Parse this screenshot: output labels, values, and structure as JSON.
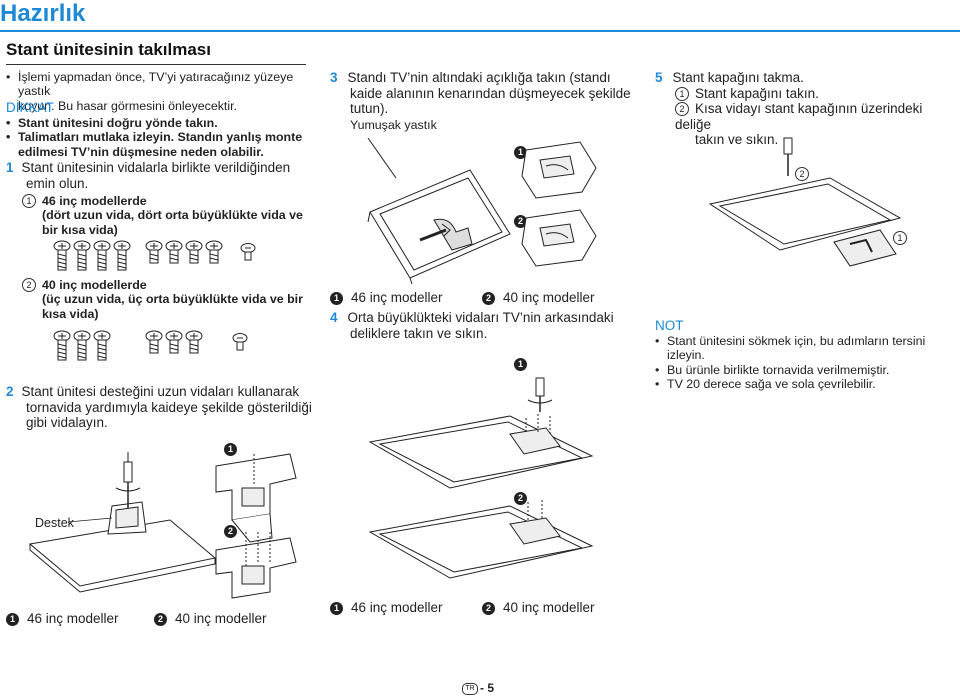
{
  "title": "Hazırlık",
  "section_title": "Stant ünitesinin takılması",
  "col1": {
    "bullet1": [
      "İşlemi yapmadan önce, TV’yi yatıracağınız yüzeye yastık",
      "koyun. Bu hasar görmesini önleyecektir."
    ],
    "caution_title": "DİKKAT",
    "caution1": "Stant ünitesini doğru yönde takın.",
    "caution2": [
      "Talimatları mutlaka izleyin. Standın yanlış monte",
      "edilmesi TV’nin düşmesine neden olabilir."
    ],
    "step1_num": "1",
    "step1": [
      "Stant ünitesinin vidalarla birlikte verildiğinden",
      "emin olun."
    ],
    "sub1_circ": "1",
    "sub1": [
      "46 inç modellerde",
      "(dört uzun vida, dört orta büyüklükte vida ve",
      "bir kısa vida)"
    ],
    "sub2_circ": "2",
    "sub2": [
      "40 inç modellerde",
      "(üç uzun vida, üç orta büyüklükte vida ve bir",
      "kısa vida)"
    ],
    "step2_num": "2",
    "step2": [
      "Stant ünitesi desteğini uzun vidaları kullanarak",
      "tornavida yardımıyla kaideye şekilde gösterildiği",
      "gibi vidalayın."
    ],
    "support_label": "Destek",
    "fig_marker1": "1",
    "fig_marker2": "2",
    "model1": "46 inç modeller",
    "model2": "40 inç modeller"
  },
  "col2": {
    "step3_num": "3",
    "step3": [
      "Standı TV’nin altındaki açıklığa takın (standı",
      "kaide alanının kenarından düşmeyecek şekilde",
      "tutun)."
    ],
    "cushion_label": "Yumuşak yastık",
    "fig_marker1": "1",
    "fig_marker2": "2",
    "model1": "46 inç modeller",
    "model2": "40 inç modeller",
    "step4_num": "4",
    "step4": [
      "Orta büyüklükteki vidaları TV’nin arkasındaki",
      "deliklere takın ve sıkın."
    ],
    "fig2_marker1": "1",
    "fig2_marker2": "2",
    "model1b": "46 inç modeller",
    "model2b": "40 inç modeller"
  },
  "col3": {
    "step5_num": "5",
    "step5": "Stant kapağını takma.",
    "sub1_circ": "1",
    "sub1": "Stant kapağını takın.",
    "sub2_circ": "2",
    "sub2": [
      "Kısa vidayı stant kapağının üzerindeki deliğe",
      "takın ve sıkın."
    ],
    "fig_circ1": "1",
    "fig_circ2": "2",
    "note_title": "NOT",
    "notes": [
      "Stant ünitesini sökmek için, bu adımların tersini izleyin.",
      "Bu ürünle birlikte tornavida verilmemiştir.",
      "TV 20 derece sağa ve sola çevrilebilir."
    ]
  },
  "footer": {
    "lang_badge": "TR",
    "page": "- 5"
  },
  "colors": {
    "accent": "#1e8ad6",
    "text": "#222222"
  }
}
